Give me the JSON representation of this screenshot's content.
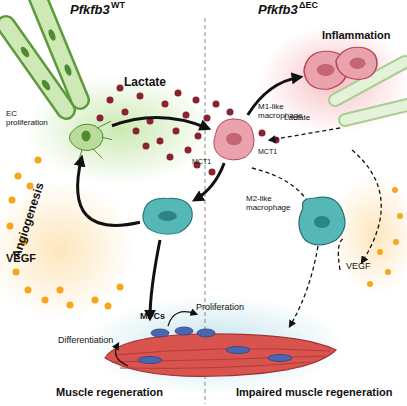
{
  "diagram": {
    "nodes": [
      {
        "text": [
          "EC proliferation"
        ]
      },
      {
        "text": [
          "M1-like macrophage"
        ]
      },
      {
        "text": [
          "Inflammation"
        ]
      },
      {
        "text": [
          "M2-like macrophage"
        ]
      }
    ],
    "edges": [
      {
        "from": 0,
        "to": 1,
        "arrow": "to",
        "label": "Lactate"
      },
      {
        "from": 1,
        "to": 2,
        "arrow": "to"
      },
      {
        "from": 1,
        "to": 3,
        "arrow": "to"
      },
      {
        "from": 3,
        "to": 0,
        "arrow": "to",
        "label": "Angiogenesis"
      }
    ],
    "labels": [
      "Pfkfb3",
      "WT",
      "Pfkfb3",
      "ΔEC",
      "Lactate",
      "MCT1",
      "MCT1",
      "VEGF",
      "VEGF",
      "MPCs",
      "Proliferation",
      "Differentiation",
      "Muscle regeneration",
      "Impaired muscle regeneration"
    ]
  }
}
